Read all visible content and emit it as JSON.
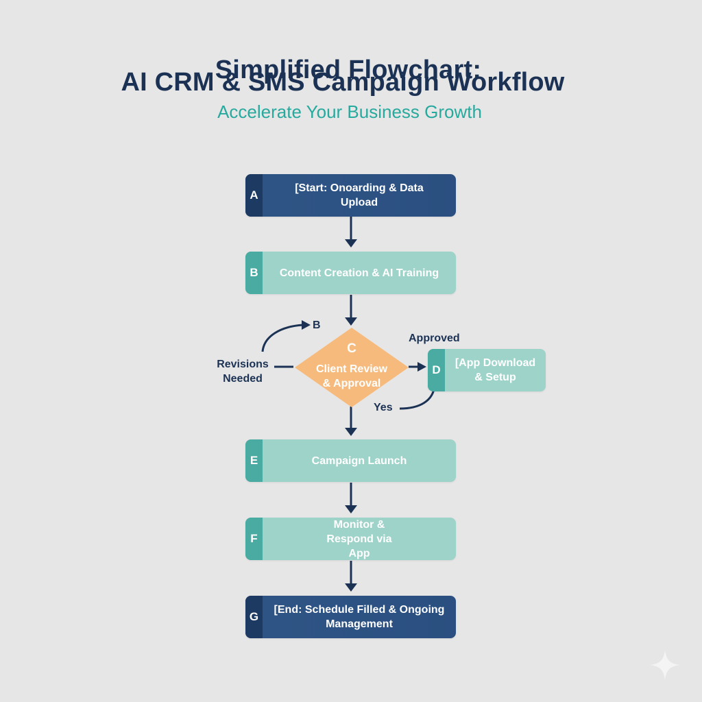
{
  "header": {
    "title_line1": "Simplified Flowchart:",
    "title_line2": "AI CRM & SMS Campaign Workflow",
    "subtitle": "Accelerate Your Business Growth"
  },
  "colors": {
    "title": "#1b3254",
    "subtitle": "#27a99e",
    "dark_box": "#2c5282",
    "light_box": "#9ed3ca",
    "decision": "#f6bb7c",
    "arrow": "#1b3254"
  },
  "nodes": [
    {
      "id": "A",
      "label": "[Start: Onoarding & Data Upload",
      "style": "dark"
    },
    {
      "id": "B",
      "label": "Content Creation & AI Training",
      "style": "light"
    },
    {
      "id": "C",
      "label": "Client Review & Approval",
      "style": "decision"
    },
    {
      "id": "D",
      "label": "[App Download & Setup",
      "style": "light"
    },
    {
      "id": "E",
      "label": "Campaign Launch",
      "style": "light"
    },
    {
      "id": "F",
      "label": "Monitor & Respond via App",
      "style": "light"
    },
    {
      "id": "G",
      "label": "[End: Schedule Filled & Ongoing Management",
      "style": "dark"
    }
  ],
  "edges": [
    {
      "from": "A",
      "to": "B",
      "label": ""
    },
    {
      "from": "B",
      "to": "C",
      "label": ""
    },
    {
      "from": "C",
      "to": "B",
      "label": "Revisions Needed"
    },
    {
      "from": "C",
      "to": "D",
      "label": "Approved"
    },
    {
      "from": "D",
      "to": "E",
      "label": "Yes"
    },
    {
      "from": "C",
      "to": "E",
      "label": ""
    },
    {
      "from": "E",
      "to": "F",
      "label": ""
    },
    {
      "from": "F",
      "to": "G",
      "label": ""
    }
  ],
  "annotations": {
    "loop_target": "B",
    "revisions": "Revisions Needed",
    "approved": "Approved",
    "yes": "Yes"
  }
}
